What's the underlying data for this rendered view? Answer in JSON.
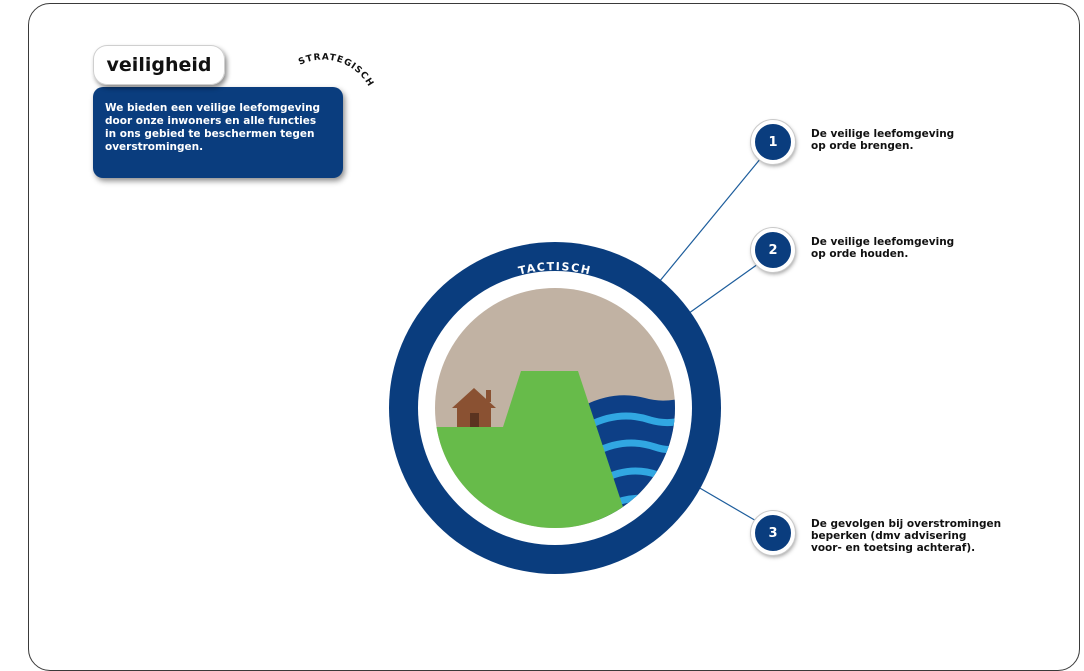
{
  "strategic": {
    "title": "veiligheid",
    "arc_label": "STRATEGISCH",
    "description_lines": [
      "We bieden een veilige leefomgeving",
      "door onze inwoners en alle functies",
      "in ons gebied te beschermen tegen",
      "overstromingen."
    ]
  },
  "tactical": {
    "ring_label": "TACTISCH"
  },
  "steps": [
    {
      "number": "1",
      "lines": [
        "De veilige leefomgeving",
        "op orde brengen."
      ]
    },
    {
      "number": "2",
      "lines": [
        "De veilige leefomgeving",
        "op orde houden."
      ]
    },
    {
      "number": "3",
      "lines": [
        "De gevolgen bij overstromingen",
        "beperken (dmv advisering",
        "voor- en toetsing achteraf)."
      ]
    }
  ],
  "colors": {
    "navy": "#0a3d7e",
    "sky": "#c1b2a3",
    "dike_green": "#67bb4a",
    "water_dark": "#0d3f86",
    "water_light": "#31a7e2",
    "house": "#8a5132"
  }
}
